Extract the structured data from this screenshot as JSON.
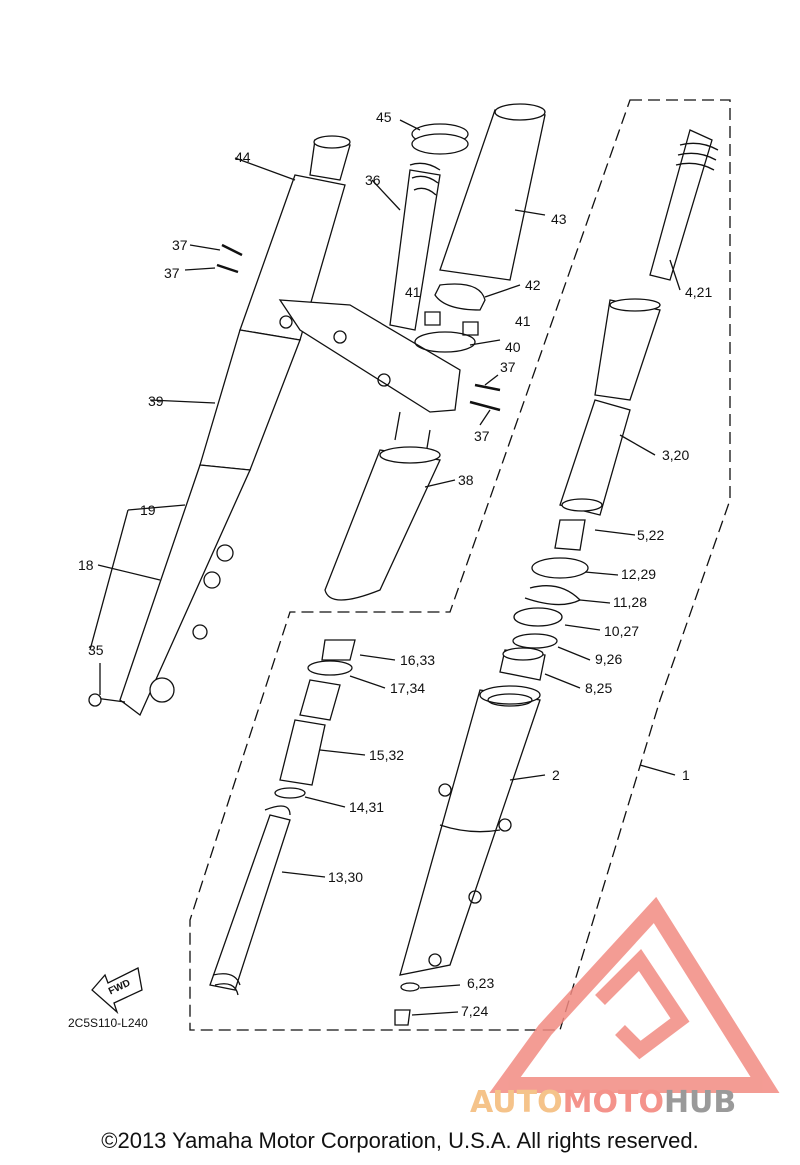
{
  "diagram": {
    "labels": {
      "l1": "1",
      "l2": "2",
      "l3_20": "3,20",
      "l4_21": "4,21",
      "l5_22": "5,22",
      "l6_23": "6,23",
      "l7_24": "7,24",
      "l8_25": "8,25",
      "l9_26": "9,26",
      "l10_27": "10,27",
      "l11_28": "11,28",
      "l12_29": "12,29",
      "l13_30": "13,30",
      "l14_31": "14,31",
      "l15_32": "15,32",
      "l16_33": "16,33",
      "l17_34": "17,34",
      "l18": "18",
      "l19": "19",
      "l35": "35",
      "l36": "36",
      "l37a": "37",
      "l37b": "37",
      "l37c": "37",
      "l37d": "37",
      "l38": "38",
      "l39": "39",
      "l40": "40",
      "l41a": "41",
      "l41b": "41",
      "l42": "42",
      "l43": "43",
      "l44": "44",
      "l45": "45"
    },
    "fwd_arrow": "FWD",
    "diagram_code": "2C5S110-L240"
  },
  "watermark": {
    "brand_part1": "AUTO",
    "brand_part2": "MOTO",
    "brand_part3": "HUB",
    "colors": {
      "auto": "#f5c38a",
      "moto": "#f4938b",
      "hub": "#9a9a9a",
      "logo": "#f28b82"
    }
  },
  "footer": {
    "copyright": "©2013 Yamaha Motor Corporation, U.S.A. All rights reserved."
  }
}
